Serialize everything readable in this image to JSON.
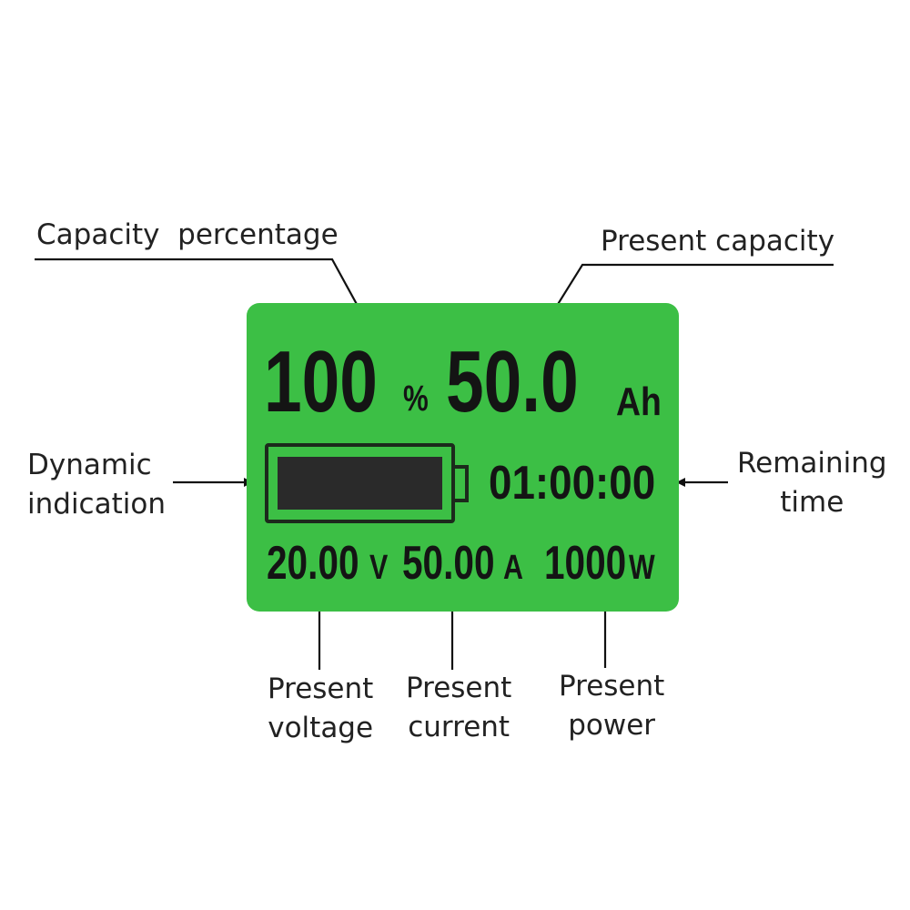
{
  "display": {
    "capacity_percent": "100",
    "percent_unit": "%",
    "capacity_ah": "50.0",
    "capacity_unit": "Ah",
    "remaining_time": "01:00:00",
    "voltage": "20.00",
    "voltage_unit": "V",
    "current": "50.00",
    "current_unit": "A",
    "power": "1000",
    "power_unit": "W",
    "battery_level": 1.0,
    "background_color": "#3cbf45",
    "segment_color": "#141414"
  },
  "labels": {
    "capacity_percentage": "Capacity  percentage",
    "present_capacity": "Present capacity",
    "dynamic_indication": [
      "Dynamic",
      "indication"
    ],
    "remaining_time": [
      "Remaining",
      "time"
    ],
    "present_voltage": [
      "Present",
      "voltage"
    ],
    "present_current": [
      "Present",
      "current"
    ],
    "present_power": [
      "Present",
      "power"
    ]
  }
}
